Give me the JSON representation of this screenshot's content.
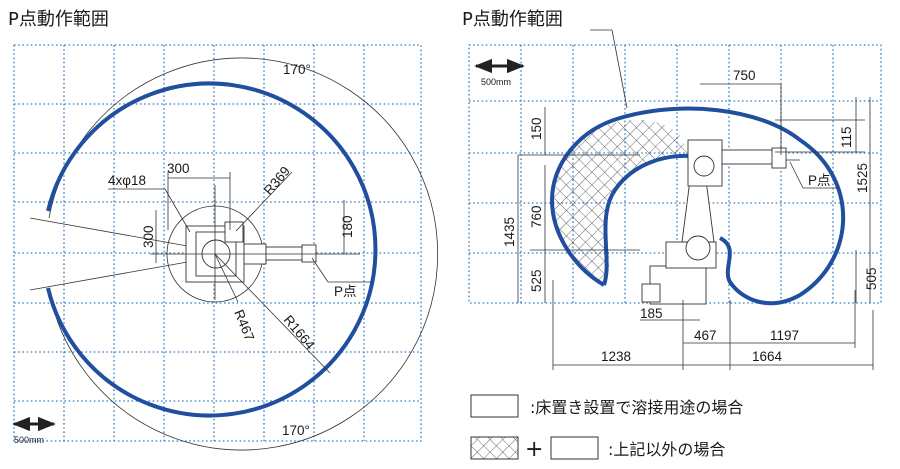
{
  "left_view": {
    "title": "P点動作範囲",
    "scale_label": "500mm",
    "angle_upper": "170°",
    "angle_lower": "170°",
    "dim_300_top": "300",
    "dim_300_side": "300",
    "hole_label": "4xφ18",
    "r369": "R369",
    "r467": "R467",
    "r1664": "R1664",
    "dim_180": "180",
    "p_label": "P点"
  },
  "right_view": {
    "title": "P点動作範囲",
    "scale_label": "500mm",
    "dim_750": "750",
    "dim_115": "115",
    "dim_150": "150",
    "dim_1525": "1525",
    "dim_1435": "1435",
    "dim_760": "760",
    "dim_525": "525",
    "dim_505": "505",
    "dim_185": "185",
    "dim_467": "467",
    "dim_1197": "1197",
    "dim_1238": "1238",
    "dim_1664": "1664",
    "p_label": "P点"
  },
  "legend": {
    "item1": ":床置き設置で溶接用途の場合",
    "plus": "+",
    "item2": ":上記以外の場合"
  },
  "colors": {
    "range": "#1f4f9e",
    "grid": "#2f7fc6",
    "ink": "#1a1a1a"
  }
}
